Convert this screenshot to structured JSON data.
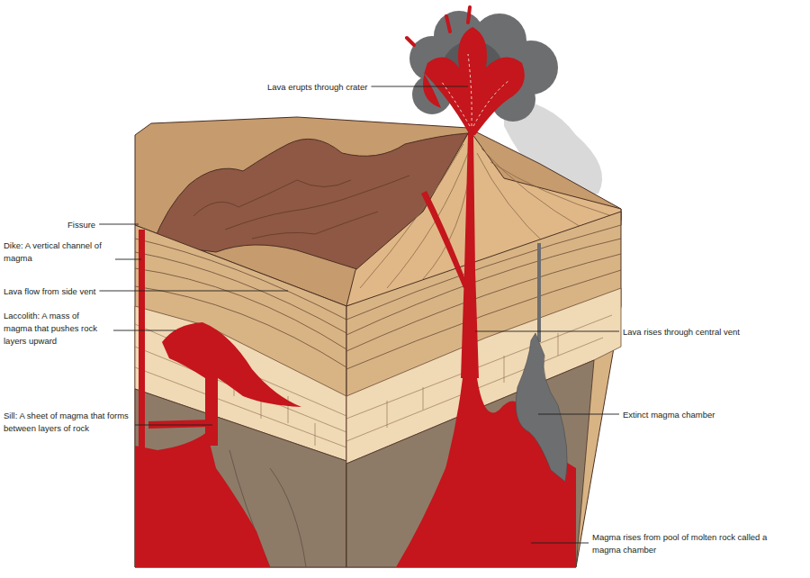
{
  "diagram": {
    "labels": [
      "Lava erupts through crater",
      "Fissure",
      "Dike: A vertical channel of magma",
      "Lava flow from side vent",
      "Laccolith: A mass of magma that pushes rock layers upward",
      "Sill: A sheet of magma that forms between layers of rock",
      "Lava rises through central vent",
      "Extinct magma chamber",
      "Magma rises from pool of molten rock called a magma chamber"
    ]
  }
}
